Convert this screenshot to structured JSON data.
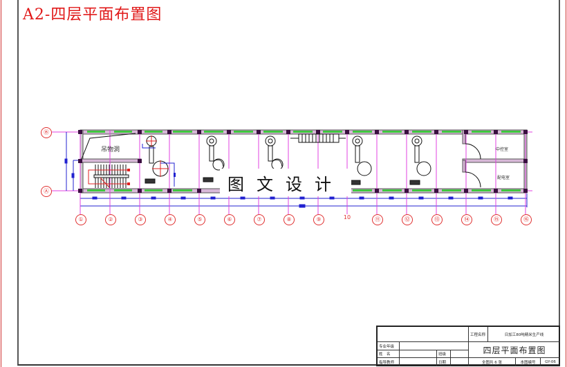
{
  "sheet": {
    "title": "A2-四层平面布置图",
    "colors": {
      "frame_red": "#d03030",
      "title_red": "#e01818",
      "axis_magenta": "#e040e0",
      "window_green": "#3ec83e",
      "dimension_blue": "#2020d0",
      "wall_gray": "#777777",
      "axis_label_red": "#e03030"
    }
  },
  "plan": {
    "column_axes": [
      "①",
      "②",
      "③",
      "④",
      "⑤",
      "⑥",
      "⑦",
      "⑧",
      "⑨",
      "10",
      "⑪",
      "⑫",
      "⑬",
      "⑭",
      "⑮",
      "⑯"
    ],
    "row_axes": [
      "Ⓑ",
      "Ⓐ"
    ],
    "rooms": {
      "hoist_shaft": "吊物洞",
      "control_room": "中控室",
      "electrical_room": "配电室"
    },
    "equipment_count": 5,
    "watermark": "图文设计"
  },
  "title_block": {
    "project_name_label": "工程名称",
    "project_name_value": "日加工80吨精米生产线",
    "major_grade_label": "专业年级",
    "name_label": "姓　名",
    "class_label": "班级",
    "advisor_label": "指导教师",
    "date_label": "日期",
    "drawing_title": "四层平面布置图",
    "total_sheets": "全图共 6 张",
    "drawing_number_label": "本图编号",
    "drawing_number_value": "GY-06"
  }
}
